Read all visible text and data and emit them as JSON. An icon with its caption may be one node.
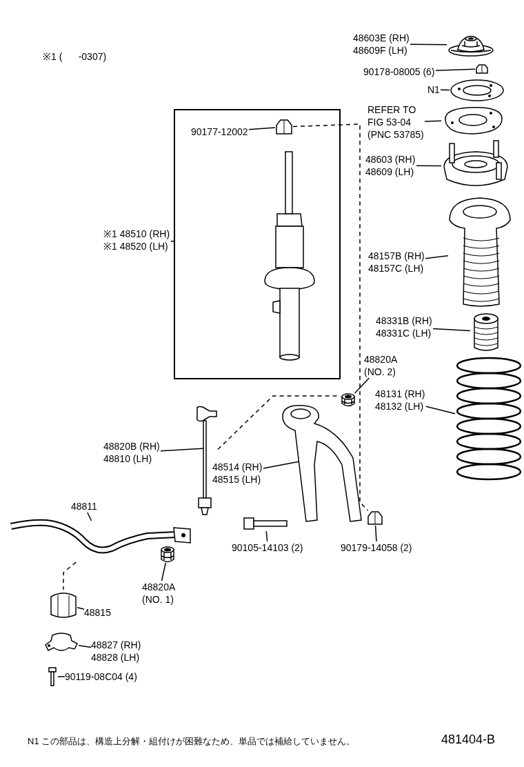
{
  "diagram": {
    "nodes": [
      {
        "text": [
          "48603E (RH) 48609F (LH)"
        ]
      },
      {
        "text": [],
        "shape": "picture"
      },
      {
        "text": [
          "90178-08005 (6)"
        ]
      },
      {
        "text": [],
        "shape": "picture"
      },
      {
        "text": [
          "N1"
        ]
      },
      {
        "text": [],
        "shape": "picture"
      },
      {
        "text": [
          "REFER TO FIG 53-04 (PNC 53785)"
        ]
      },
      {
        "text": [],
        "shape": "picture"
      },
      {
        "text": [
          "48603 (RH) 48609 (LH)"
        ]
      },
      {
        "text": [],
        "shape": "picture"
      },
      {
        "text": [
          "※1 48510 (RH) ※1 48520 (LH)"
        ]
      },
      {
        "text": [],
        "shape": "box"
      },
      {
        "text": [
          "90177-12002"
        ],
        "in": 11
      },
      {
        "text": [],
        "shape": "picture",
        "in": 11
      },
      {
        "text": [
          "48157B (RH) 48157C (LH)"
        ]
      },
      {
        "text": [],
        "shape": "picture"
      },
      {
        "text": [
          "48331B (RH) 48331C (LH)"
        ]
      },
      {
        "text": [],
        "shape": "picture"
      },
      {
        "text": [
          "48820A (NO. 2)"
        ]
      },
      {
        "text": [],
        "shape": "picture"
      },
      {
        "text": [
          "48131 (RH) 48132 (LH)"
        ]
      },
      {
        "text": [],
        "shape": "picture"
      },
      {
        "text": [
          "48820B (RH) 48810 (LH)"
        ]
      },
      {
        "text": [],
        "shape": "picture"
      },
      {
        "text": [
          "48514 (RH) 48515 (LH)"
        ]
      },
      {
        "text": [],
        "shape": "picture"
      },
      {
        "text": [
          "48811"
        ]
      },
      {
        "text": [],
        "shape": "picture"
      },
      {
        "text": [
          "48820A (NO. 1)"
        ]
      },
      {
        "text": [],
        "shape": "picture"
      },
      {
        "text": [],
        "shape": "picture"
      },
      {
        "text": [
          "90105-14103 (2)"
        ]
      },
      {
        "text": [],
        "shape": "picture"
      },
      {
        "text": [
          "90179-14058 (2)"
        ]
      },
      {
        "text": [],
        "shape": "picture"
      },
      {
        "text": [
          "48815"
        ]
      },
      {
        "text": [],
        "shape": "picture"
      },
      {
        "text": [
          "48827 (RH) 48828 (LH)"
        ]
      },
      {
        "text": [],
        "shape": "picture"
      },
      {
        "text": [
          "90119-08C04 (4)"
        ]
      }
    ],
    "edges": [
      {
        "from": 0,
        "to": 1,
        "arrow": "none"
      },
      {
        "from": 2,
        "to": 3,
        "arrow": "none"
      },
      {
        "from": 4,
        "to": 5,
        "arrow": "none"
      },
      {
        "from": 6,
        "to": 7,
        "arrow": "none"
      },
      {
        "from": 8,
        "to": 9,
        "arrow": "none"
      },
      {
        "from": 10,
        "to": 11,
        "arrow": "none"
      },
      {
        "from": 12,
        "to": 13,
        "arrow": "none"
      },
      {
        "from": 14,
        "to": 15,
        "arrow": "none"
      },
      {
        "from": 16,
        "to": 17,
        "arrow": "none"
      },
      {
        "from": 18,
        "to": 19,
        "arrow": "none"
      },
      {
        "from": 20,
        "to": 21,
        "arrow": "none"
      },
      {
        "from": 22,
        "to": 23,
        "arrow": "none"
      },
      {
        "from": 24,
        "to": 25,
        "arrow": "none"
      },
      {
        "from": 26,
        "to": 27,
        "arrow": "none"
      },
      {
        "from": 28,
        "to": 29,
        "arrow": "none"
      },
      {
        "from": 31,
        "to": 30,
        "arrow": "none"
      },
      {
        "from": 33,
        "to": 32,
        "arrow": "none"
      },
      {
        "from": 35,
        "to": 34,
        "arrow": "none"
      },
      {
        "from": 37,
        "to": 36,
        "arrow": "none"
      },
      {
        "from": 39,
        "to": 38,
        "arrow": "none"
      },
      {
        "from": 13,
        "to": 32,
        "arrow": "none",
        "style": "dashed"
      },
      {
        "from": 27,
        "to": 34,
        "arrow": "none",
        "style": "dashed"
      },
      {
        "from": 23,
        "to": 19,
        "arrow": "none",
        "style": "dashed"
      }
    ],
    "labels": [
      "※1 (      -0307)",
      "N1 この部品は、構造上分解・組付けが困難なため、単品では補給していません。",
      "481404-B"
    ]
  }
}
